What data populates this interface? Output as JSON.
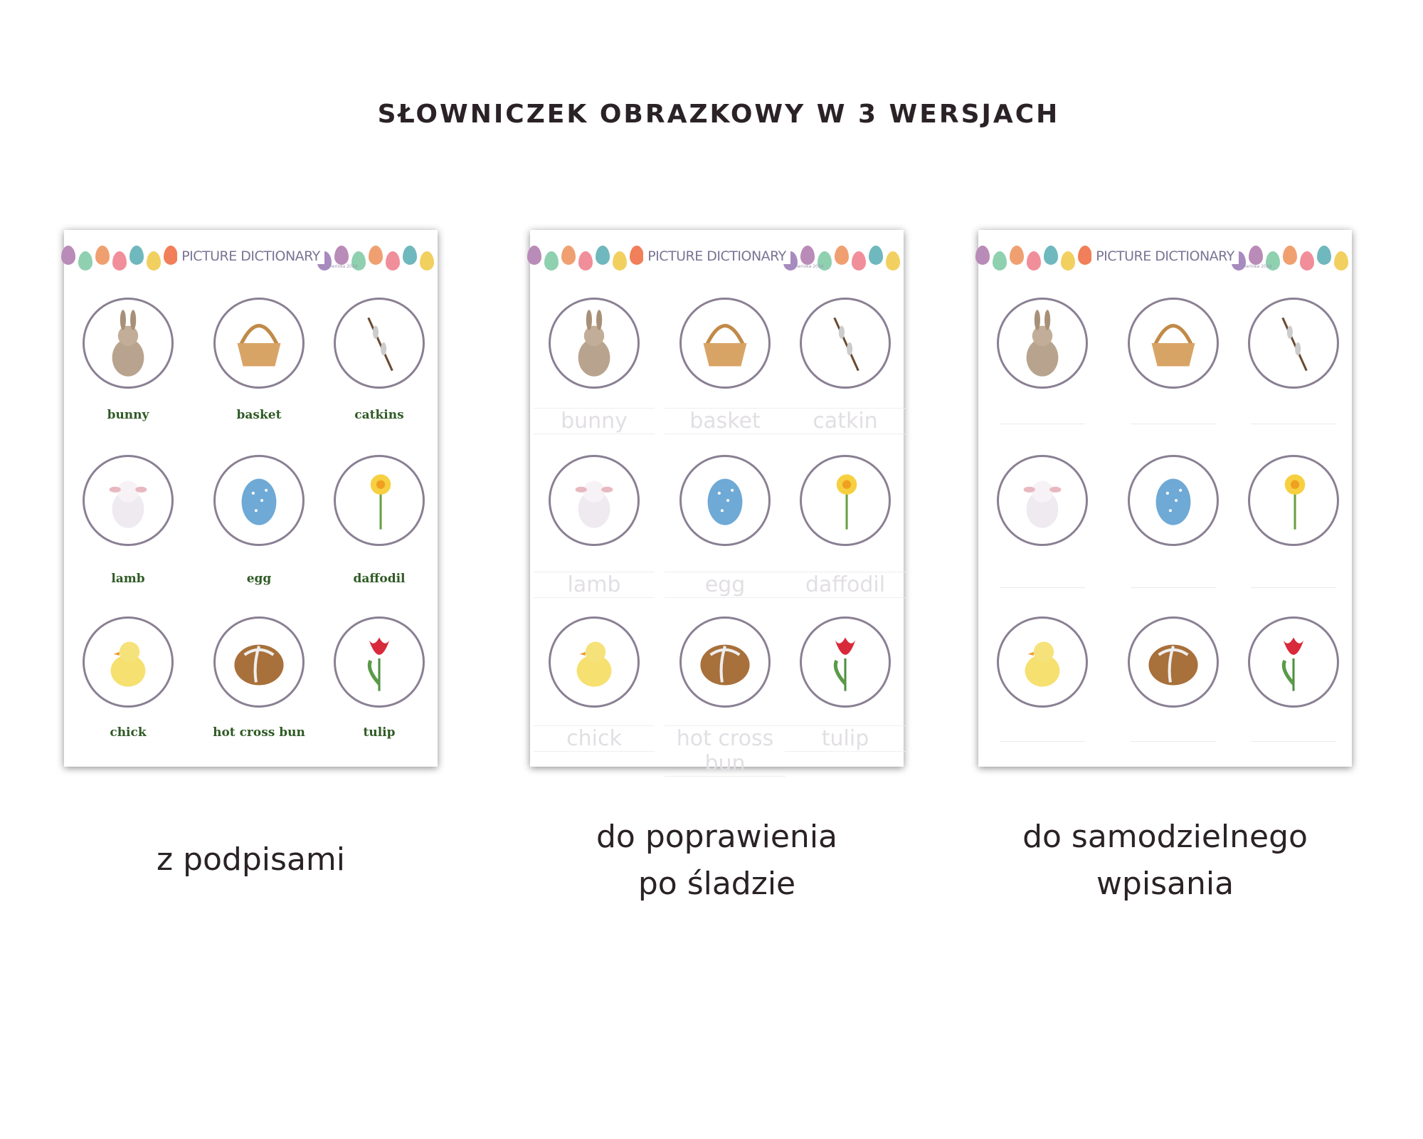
{
  "title": "SŁOWNICZEK OBRAZKOWY W 3 WERSJACH",
  "worksheet": {
    "heading": "PICTURE DICTIONARY",
    "credit": "teacherinka 2024",
    "items": [
      {
        "word": "bunny",
        "trace": "bunny",
        "icon": "bunny"
      },
      {
        "word": "basket",
        "trace": "basket",
        "icon": "basket"
      },
      {
        "word": "catkins",
        "trace": "catkin",
        "icon": "catkin"
      },
      {
        "word": "lamb",
        "trace": "lamb",
        "icon": "lamb"
      },
      {
        "word": "egg",
        "trace": "egg",
        "icon": "egg"
      },
      {
        "word": "daffodil",
        "trace": "daffodil",
        "icon": "daffodil"
      },
      {
        "word": "chick",
        "trace": "chick",
        "icon": "chick"
      },
      {
        "word": "hot cross bun",
        "trace": "hot cross bun",
        "icon": "bun"
      },
      {
        "word": "tulip",
        "trace": "tulip",
        "icon": "tulip"
      }
    ]
  },
  "versions": [
    {
      "mode": "labels",
      "caption_lines": [
        "z podpisami"
      ]
    },
    {
      "mode": "trace",
      "caption_lines": [
        "do poprawienia",
        "po śladzie"
      ]
    },
    {
      "mode": "blank",
      "caption_lines": [
        "do samodzielnego",
        "wpisania"
      ]
    }
  ],
  "egg_colors": [
    "#b98bb8",
    "#8fd0b0",
    "#f0a070",
    "#f08e9a",
    "#6fb8be",
    "#f2d060",
    "#f07f5a",
    "#a98ac0"
  ]
}
